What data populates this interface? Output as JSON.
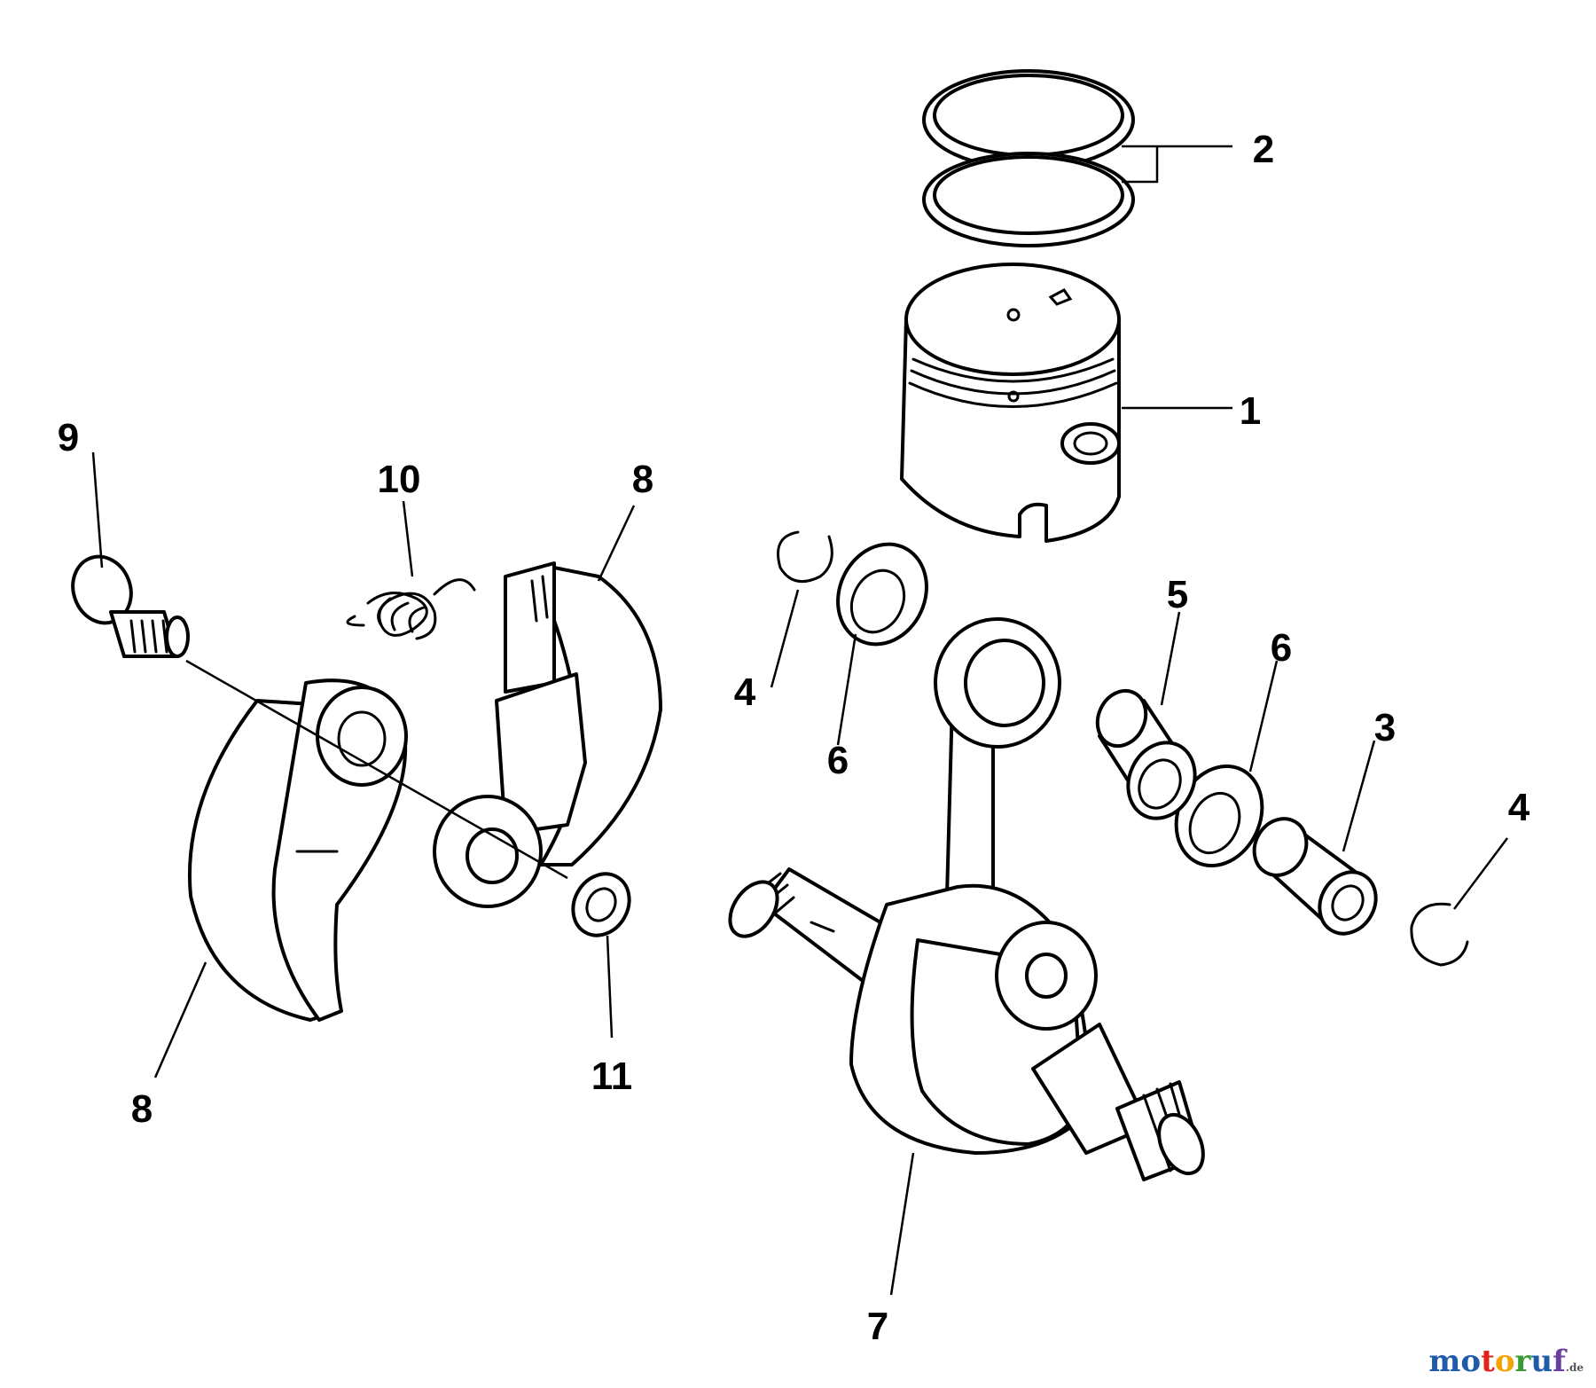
{
  "diagram": {
    "callouts": {
      "p1": "1",
      "p2": "2",
      "p3": "3",
      "p4a": "4",
      "p4b": "4",
      "p5": "5",
      "p6a": "6",
      "p6b": "6",
      "p7": "7",
      "p8a": "8",
      "p8b": "8",
      "p9": "9",
      "p10": "10",
      "p11": "11"
    },
    "watermark": {
      "letters": [
        "m",
        "o",
        "t",
        "o",
        "r",
        "u",
        "f"
      ],
      "colors": [
        "#1e5ba8",
        "#1e5ba8",
        "#e2231a",
        "#f5a300",
        "#3a9a35",
        "#1e5ba8",
        "#6b3fa0"
      ],
      "suffix": ".de"
    }
  }
}
